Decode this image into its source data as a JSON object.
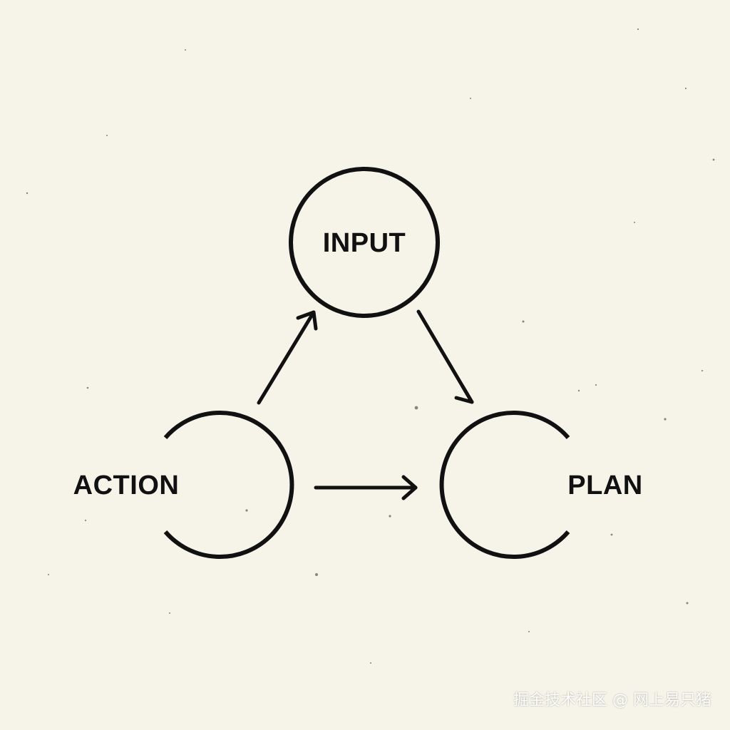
{
  "nodes": {
    "input": {
      "label": "INPUT"
    },
    "action": {
      "label": "ACTION"
    },
    "plan": {
      "label": "PLAN"
    }
  },
  "edges": [
    {
      "from": "ACTION",
      "to": "INPUT"
    },
    {
      "from": "INPUT",
      "to": "PLAN"
    },
    {
      "from": "ACTION",
      "to": "PLAN"
    }
  ],
  "watermark": "掘金技术社区 @ 网上易只猪",
  "colors": {
    "background": "#f6f4e8",
    "stroke": "#111111"
  }
}
